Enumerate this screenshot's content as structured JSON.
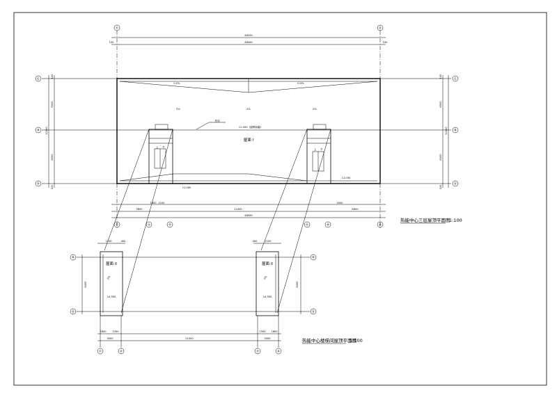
{
  "drawings": {
    "top": {
      "title": "热能中心三层屋顶平面图",
      "scale": "1:100",
      "axes_top": [
        "①",
        "⑪"
      ],
      "axes_bottom": [
        "①",
        "②",
        "③",
        "⑦",
        "⑨",
        "⑪"
      ],
      "axes_left": [
        "Ⓒ",
        "Ⓑ",
        "Ⓐ"
      ],
      "axes_right": [
        "Ⓒ",
        "Ⓑ",
        "Ⓐ"
      ],
      "dims": {
        "top_overall": "46200",
        "top_inner": "46000",
        "top_left_edge": "100",
        "top_right_edge": "100",
        "left_top": "6000",
        "left_bottom": "6000",
        "left_overall": "12100",
        "right_top": "6000",
        "right_bottom": "6000",
        "right_overall": "12100",
        "edge_small": "100",
        "bottom_main": "21000",
        "bottom_overall": "46000",
        "bottom_left_seg": "3600",
        "bottom_right_seg": "6600",
        "stair_seg_a": "1800",
        "stair_seg_b": "2100",
        "stair_seg_c": "3000"
      },
      "labels": {
        "roof": "屋面 I",
        "slope_1": "0.5%",
        "slope_2": "0.5%",
        "slope_3": "2%",
        "slope_4": "2%",
        "slope_5": "2%",
        "elev": "11.000（结构标高）",
        "gutter": "天沟",
        "stair_up": "上",
        "stair_down": "下",
        "up_right": "上",
        "down_right": "下",
        "elev_small_1": "11.000",
        "elev_small_2": "11.000"
      }
    },
    "bottom": {
      "title": "热能中心楼梯间屋顶平面图",
      "scale": "1:100",
      "axes_bottom": [
        "①",
        "②",
        "⑦",
        "⑨"
      ],
      "axes_left": [
        "Ⓑ",
        "Ⓐ"
      ],
      "axes_right": [
        "Ⓑ",
        "Ⓐ"
      ],
      "dims": {
        "top_left_a": "2100",
        "top_left_b": "400",
        "top_right_a": "2100",
        "top_right_b": "400",
        "left_h": "6000",
        "right_h": "6000",
        "bottom_main": "21000",
        "bottom_left_a": "1800",
        "bottom_left_b": "1500",
        "bottom_right_a": "1500",
        "bottom_right_b": "1800",
        "bottom_left_total": "3000",
        "bottom_right_total": "3000"
      },
      "labels": {
        "roof_left": "屋面 II",
        "roof_right": "屋面 II",
        "elev_left": "14.300",
        "elev_right": "14.300",
        "slope_left": "2%",
        "slope_right": "2%"
      }
    }
  }
}
